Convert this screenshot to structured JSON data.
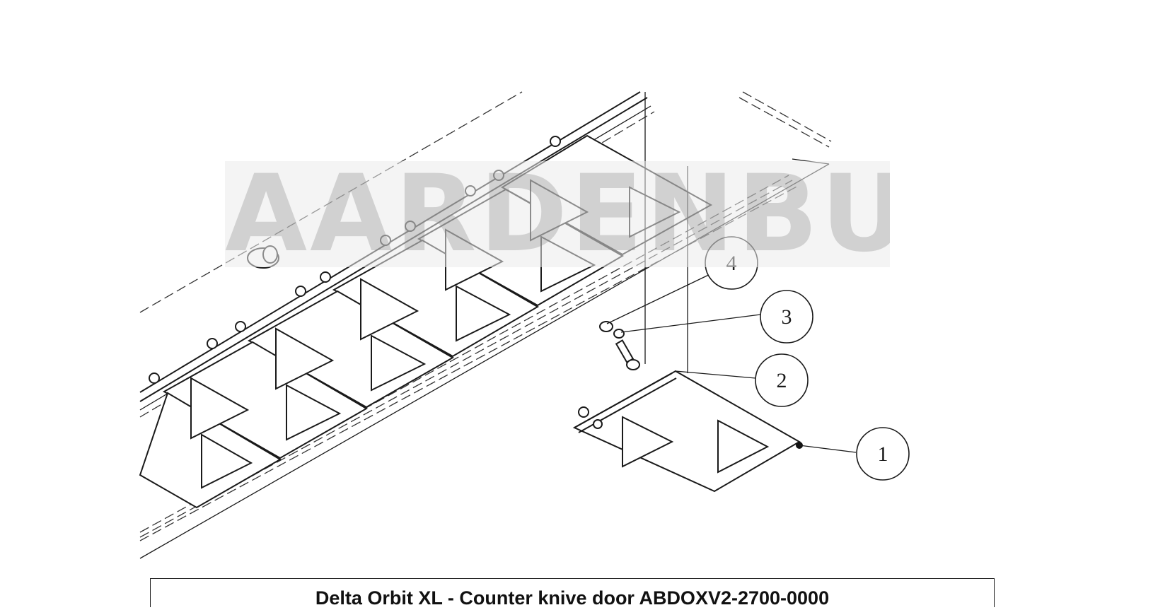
{
  "watermark": {
    "text": "AARDENBURG"
  },
  "callouts": [
    {
      "label": "1"
    },
    {
      "label": "2"
    },
    {
      "label": "3"
    },
    {
      "label": "4"
    }
  ],
  "title": {
    "text": "Delta Orbit XL - Counter knive door ABDOXV2-2700-0000"
  }
}
